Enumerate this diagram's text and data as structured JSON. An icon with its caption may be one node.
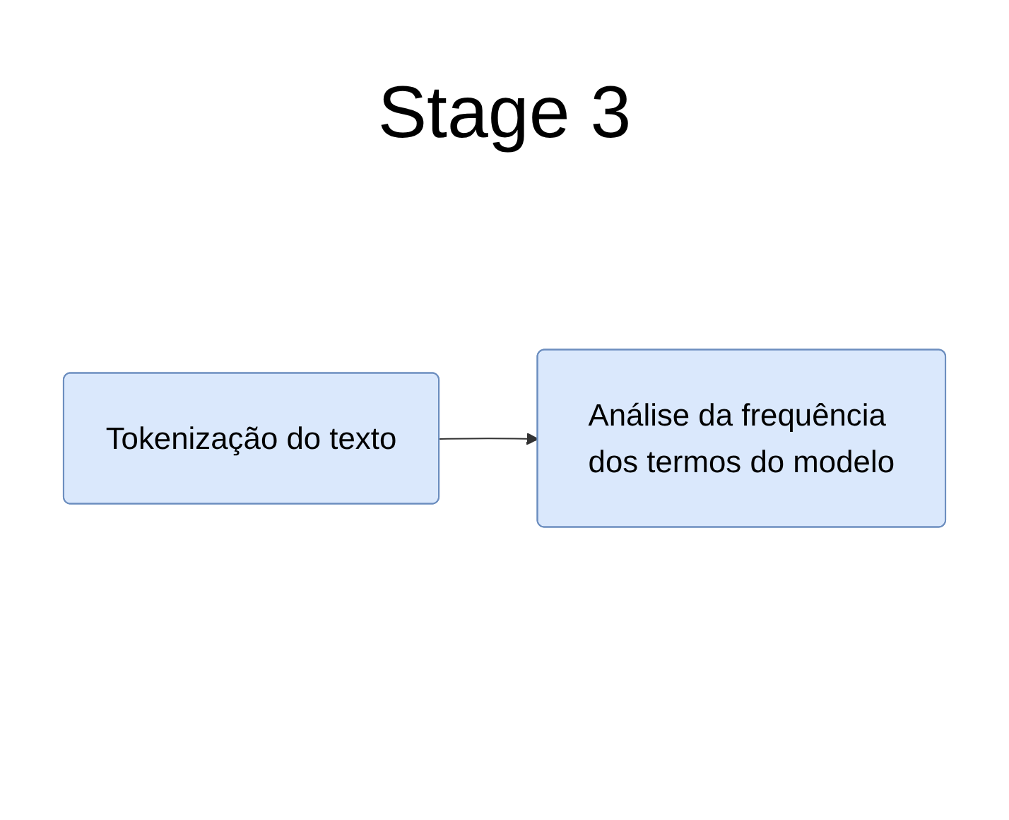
{
  "diagram": {
    "title": "Stage 3",
    "nodes": [
      {
        "text": [
          "Tokenização do texto"
        ]
      },
      {
        "text": [
          "Análise da frequência dos termos do modelo"
        ]
      }
    ],
    "edges": [
      {
        "from": 0,
        "to": 1,
        "arrow": "to"
      }
    ]
  }
}
